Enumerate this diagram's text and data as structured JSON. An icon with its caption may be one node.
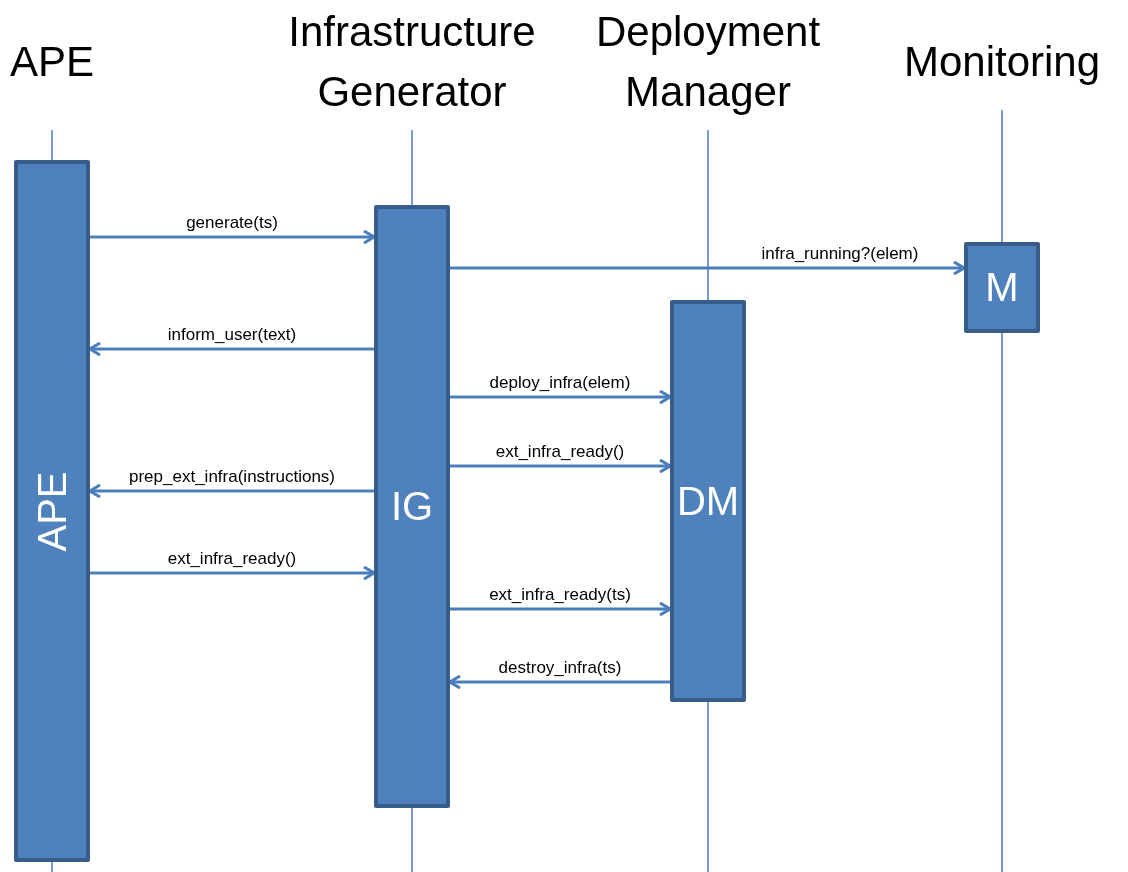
{
  "diagram": {
    "nodes": [
      {
        "text": [
          "APE"
        ]
      },
      {
        "text": [
          "IG"
        ]
      },
      {
        "text": [
          "DM"
        ]
      },
      {
        "text": [
          "M"
        ]
      }
    ],
    "edges": [
      {
        "from": 0,
        "to": 1,
        "arrow": "to",
        "label": "generate(ts)"
      },
      {
        "from": 1,
        "to": 3,
        "arrow": "to",
        "label": "infra_running?(elem)"
      },
      {
        "from": 1,
        "to": 0,
        "arrow": "to",
        "label": "inform_user(text)"
      },
      {
        "from": 1,
        "to": 2,
        "arrow": "to",
        "label": "deploy_infra(elem)"
      },
      {
        "from": 1,
        "to": 2,
        "arrow": "to",
        "label": "ext_infra_ready()"
      },
      {
        "from": 1,
        "to": 0,
        "arrow": "to",
        "label": "prep_ext_infra(instructions)"
      },
      {
        "from": 0,
        "to": 1,
        "arrow": "to",
        "label": "ext_infra_ready()"
      },
      {
        "from": 1,
        "to": 2,
        "arrow": "to",
        "label": "ext_infra_ready(ts)"
      },
      {
        "from": 2,
        "to": 1,
        "arrow": "to",
        "label": "destroy_infra(ts)"
      }
    ],
    "labels": [
      "APE",
      "Infrastructure Generator",
      "Deployment Manager",
      "Monitoring"
    ]
  }
}
